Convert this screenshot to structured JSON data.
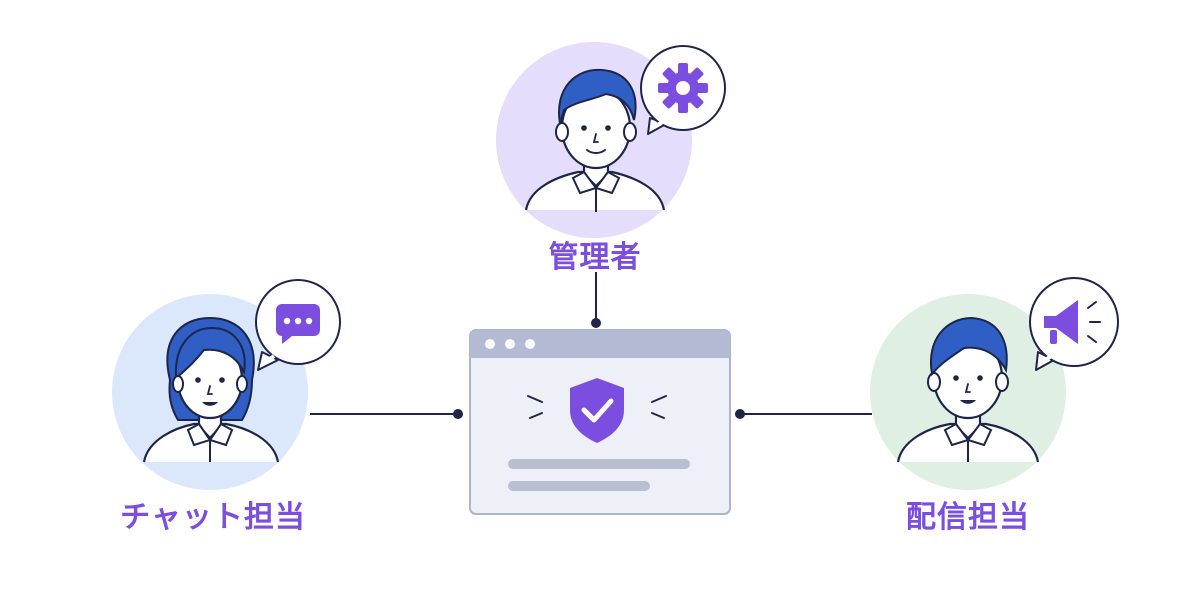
{
  "roles": {
    "admin": {
      "label": "管理者",
      "icon": "gear-icon"
    },
    "chat": {
      "label": "チャット担当",
      "icon": "chat-bubble-icon"
    },
    "distribution": {
      "label": "配信担当",
      "icon": "megaphone-icon"
    }
  },
  "central": {
    "icon": "shield-check-icon"
  },
  "colors": {
    "accent": "#7b4ee0",
    "hair": "#2f5fc4",
    "line": "#1e2548",
    "admin_bg": "#e4ddfb",
    "chat_bg": "#dbe8fb",
    "distribution_bg": "#dfefe4",
    "window_bg": "#eef0f8",
    "window_bar": "#b4bad3",
    "text_line": "#b9bed2"
  }
}
